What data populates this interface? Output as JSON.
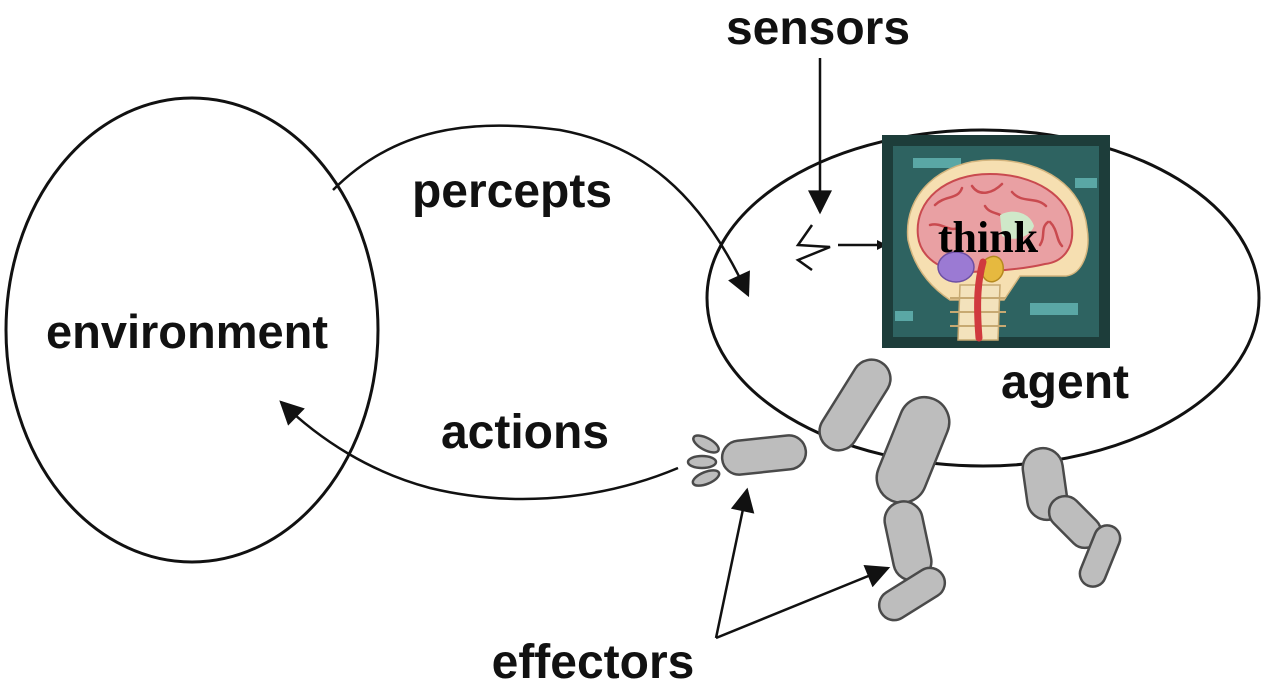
{
  "labels": {
    "environment": "environment",
    "agent": "agent",
    "percepts": "percepts",
    "actions": "actions",
    "sensors": "sensors",
    "effectors": "effectors",
    "think": "think"
  },
  "colors": {
    "line": "#111111",
    "limb_fill": "#bdbdbd",
    "limb_stroke": "#4a4a4a",
    "think_frame": "#1d3d3a",
    "think_background": "#2e6361",
    "brain": "#e9a0a3",
    "brain_vessels": "#c94a4f",
    "skull": "#f6dfb1",
    "spine": "#f3e2bc",
    "cerebellum": "#9b7ad3",
    "brainstem": "#e6b93f"
  },
  "icons": {
    "sensor": "eye-sensor-icon",
    "brain": "brain-icon",
    "body": "robot-limbs-icon"
  }
}
